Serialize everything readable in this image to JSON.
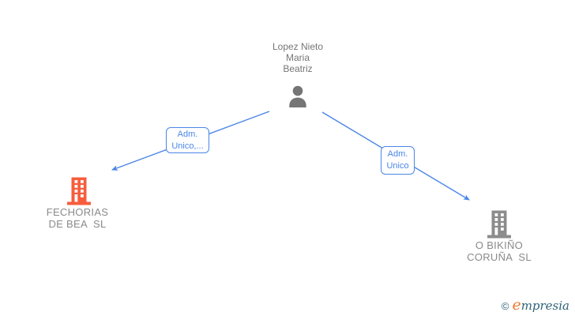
{
  "diagram": {
    "person": {
      "name": "Lopez Nieto\nMaria\nBeatriz"
    },
    "edges": [
      {
        "label": "Adm.\nUnico,..."
      },
      {
        "label": "Adm.\nUnico"
      }
    ],
    "companies": [
      {
        "name": "FECHORIAS\nDE BEA  SL",
        "icon_color": "#f75d3c"
      },
      {
        "name": "O BIKIÑO\nCORUÑA  SL",
        "icon_color": "#8c8c8c"
      }
    ]
  },
  "footer": {
    "copyright": "©",
    "logo_first_letter": "e",
    "logo_rest": "mpresia"
  },
  "colors": {
    "edge_blue": "#4a86e8",
    "name_gray": "#757575",
    "label_gray": "#8a8a8a",
    "person_gray": "#757575",
    "logo_orange": "#ee7b30",
    "logo_teal": "#2d6277",
    "background": "#ffffff"
  }
}
